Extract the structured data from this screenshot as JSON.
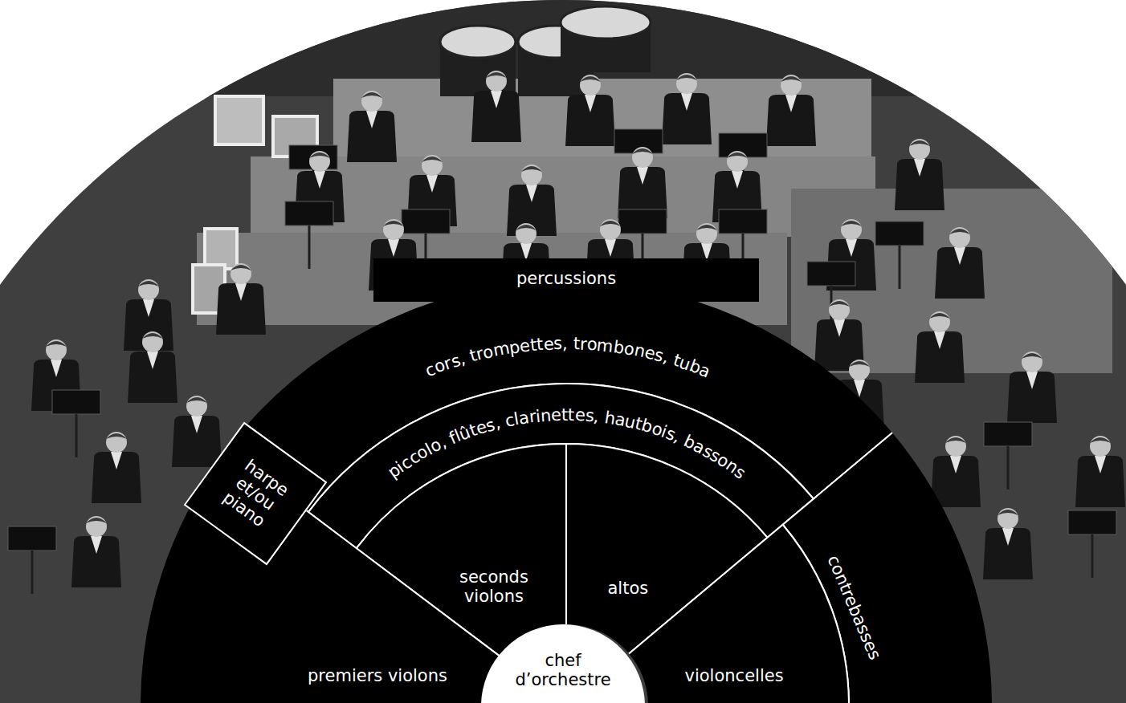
{
  "diagram": {
    "nodes": [
      {
        "text": [
          "percussions"
        ]
      },
      {
        "text": [
          "cors, trompettes, trombones, tuba"
        ]
      },
      {
        "text": [
          "harpe et/ou piano"
        ]
      },
      {
        "text": [
          "piccolo, flûtes, clarinettes, hautbois, bassons"
        ]
      },
      {
        "text": [
          "contrebasses"
        ]
      },
      {
        "text": [
          "seconds violons"
        ]
      },
      {
        "text": [
          "altos"
        ]
      },
      {
        "text": [
          "premiers violons"
        ]
      },
      {
        "text": [
          "chef d’orchestre"
        ]
      },
      {
        "text": [
          "violoncelles"
        ]
      }
    ]
  }
}
